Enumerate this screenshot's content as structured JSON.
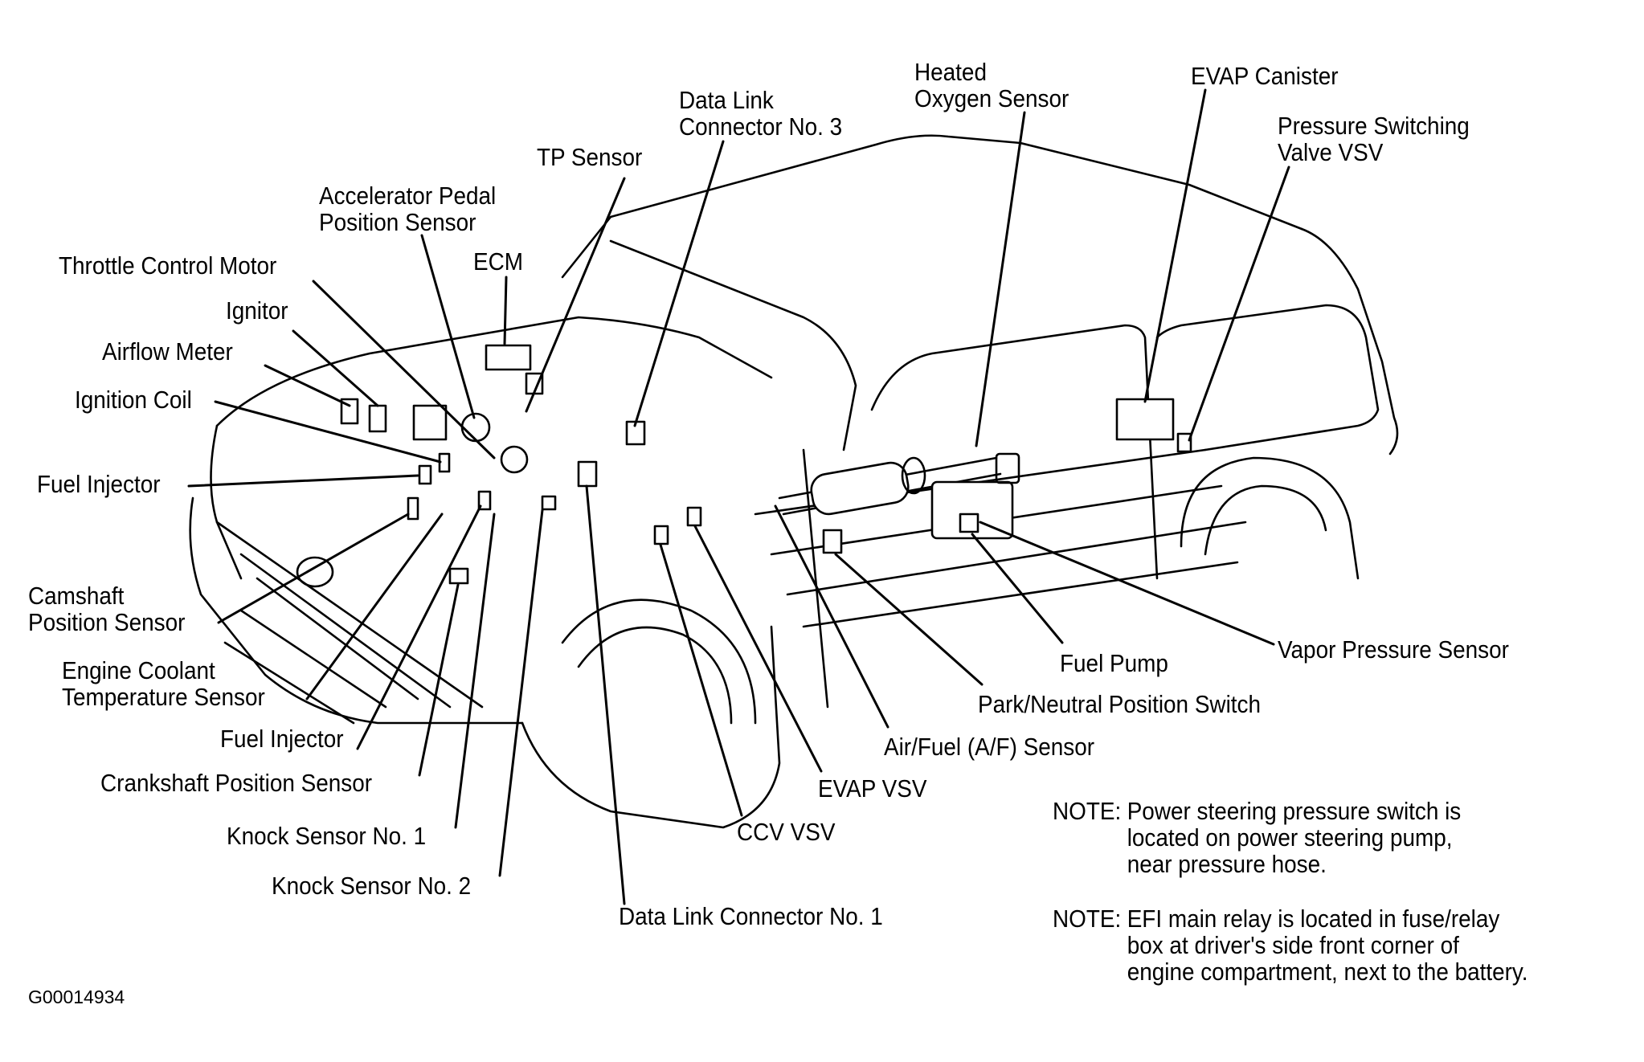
{
  "figure_id": "G00014934",
  "labels": {
    "heated_oxygen_sensor": [
      "Heated",
      "Oxygen Sensor"
    ],
    "evap_canister": "EVAP Canister",
    "pressure_switching_valve_vsv": [
      "Pressure Switching",
      "Valve VSV"
    ],
    "data_link_connector_3": [
      "Data Link",
      "Connector No. 3"
    ],
    "tp_sensor": "TP Sensor",
    "accelerator_pedal_position_sensor": [
      "Accelerator Pedal",
      "Position Sensor"
    ],
    "ecm": "ECM",
    "throttle_control_motor": "Throttle Control Motor",
    "ignitor": "Ignitor",
    "airflow_meter": "Airflow Meter",
    "ignition_coil": "Ignition Coil",
    "fuel_injector_upper": "Fuel Injector",
    "camshaft_position_sensor": [
      "Camshaft",
      "Position Sensor"
    ],
    "engine_coolant_temperature_sensor": [
      "Engine Coolant",
      "Temperature Sensor"
    ],
    "fuel_injector_lower": "Fuel Injector",
    "crankshaft_position_sensor": "Crankshaft Position Sensor",
    "knock_sensor_1": "Knock Sensor No. 1",
    "knock_sensor_2": "Knock Sensor No. 2",
    "data_link_connector_1": "Data Link Connector No. 1",
    "ccv_vsv": "CCV VSV",
    "evap_vsv": "EVAP VSV",
    "air_fuel_sensor": "Air/Fuel (A/F) Sensor",
    "park_neutral_position_switch": "Park/Neutral Position Switch",
    "fuel_pump": "Fuel Pump",
    "vapor_pressure_sensor": "Vapor Pressure Sensor"
  },
  "notes": [
    {
      "head": "NOTE:",
      "lines": [
        "Power steering pressure switch is",
        "located on power steering pump,",
        "near pressure hose."
      ]
    },
    {
      "head": "NOTE:",
      "lines": [
        "EFI main relay is located in fuse/relay",
        "box at driver's side front corner of",
        "engine compartment, next to the battery."
      ]
    }
  ]
}
